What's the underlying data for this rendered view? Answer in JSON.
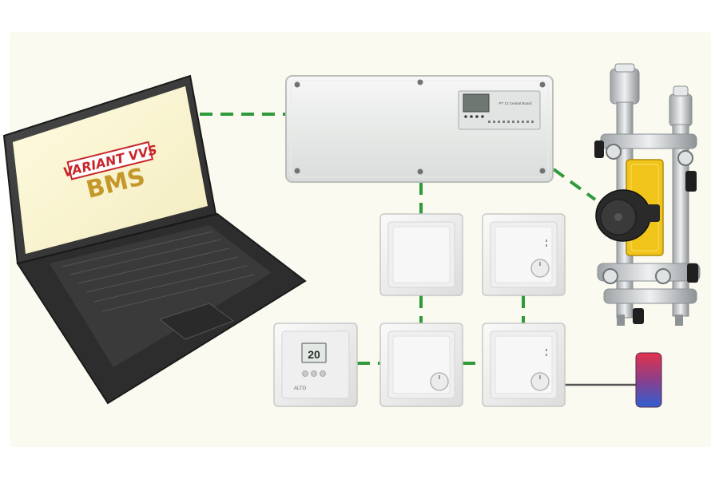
{
  "colors": {
    "background": "#ffffff",
    "panel": "#fbfaf0",
    "link_green": "#2e9a3a",
    "wire_gray": "#555555",
    "logo_red": "#c8262b",
    "logo_gold": "#c4982a",
    "pump_yellow": "#f0c419"
  },
  "laptop": {
    "brand": "VARIANT VVS",
    "product": "BMS"
  },
  "controller": {
    "panel_label": "PT 12 Central Board"
  },
  "digital_thermostat": {
    "display_value": "20",
    "small_label": "ALTO"
  },
  "icons": [
    "laptop-icon",
    "controller-box-icon",
    "thermostat-icon",
    "digital-thermostat-icon",
    "pump-manifold-icon",
    "temperature-sensor-icon"
  ]
}
